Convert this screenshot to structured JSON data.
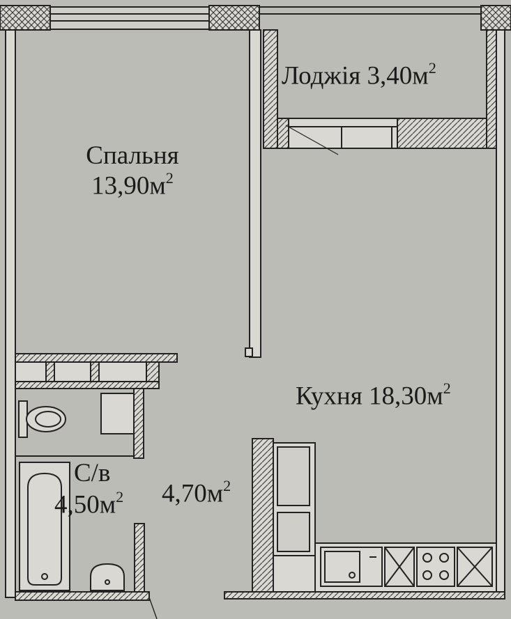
{
  "colors": {
    "paper": "#bcbcb6",
    "wall_fill": "#d9d8d2",
    "line": "#222222",
    "hatch": "#333333"
  },
  "rooms": {
    "bedroom": {
      "name": "Спальня",
      "area": "13,90м",
      "area_unit_exp": "2"
    },
    "loggia": {
      "name": "Лоджія",
      "area": "3,40м",
      "area_unit_exp": "2"
    },
    "kitchen": {
      "name": "Кухня",
      "area": "18,30м",
      "area_unit_exp": "2"
    },
    "bathroom": {
      "name": "С/в",
      "area": "4,50м",
      "area_unit_exp": "2"
    },
    "hallway": {
      "area": "4,70м",
      "area_unit_exp": "2"
    }
  },
  "fixtures": {
    "toilet": "toilet-icon",
    "bathtub": "bathtub-icon",
    "washbasin": "washbasin-icon",
    "kitchen_sink": "kitchen-sink-icon",
    "stove": "stove-icon"
  }
}
